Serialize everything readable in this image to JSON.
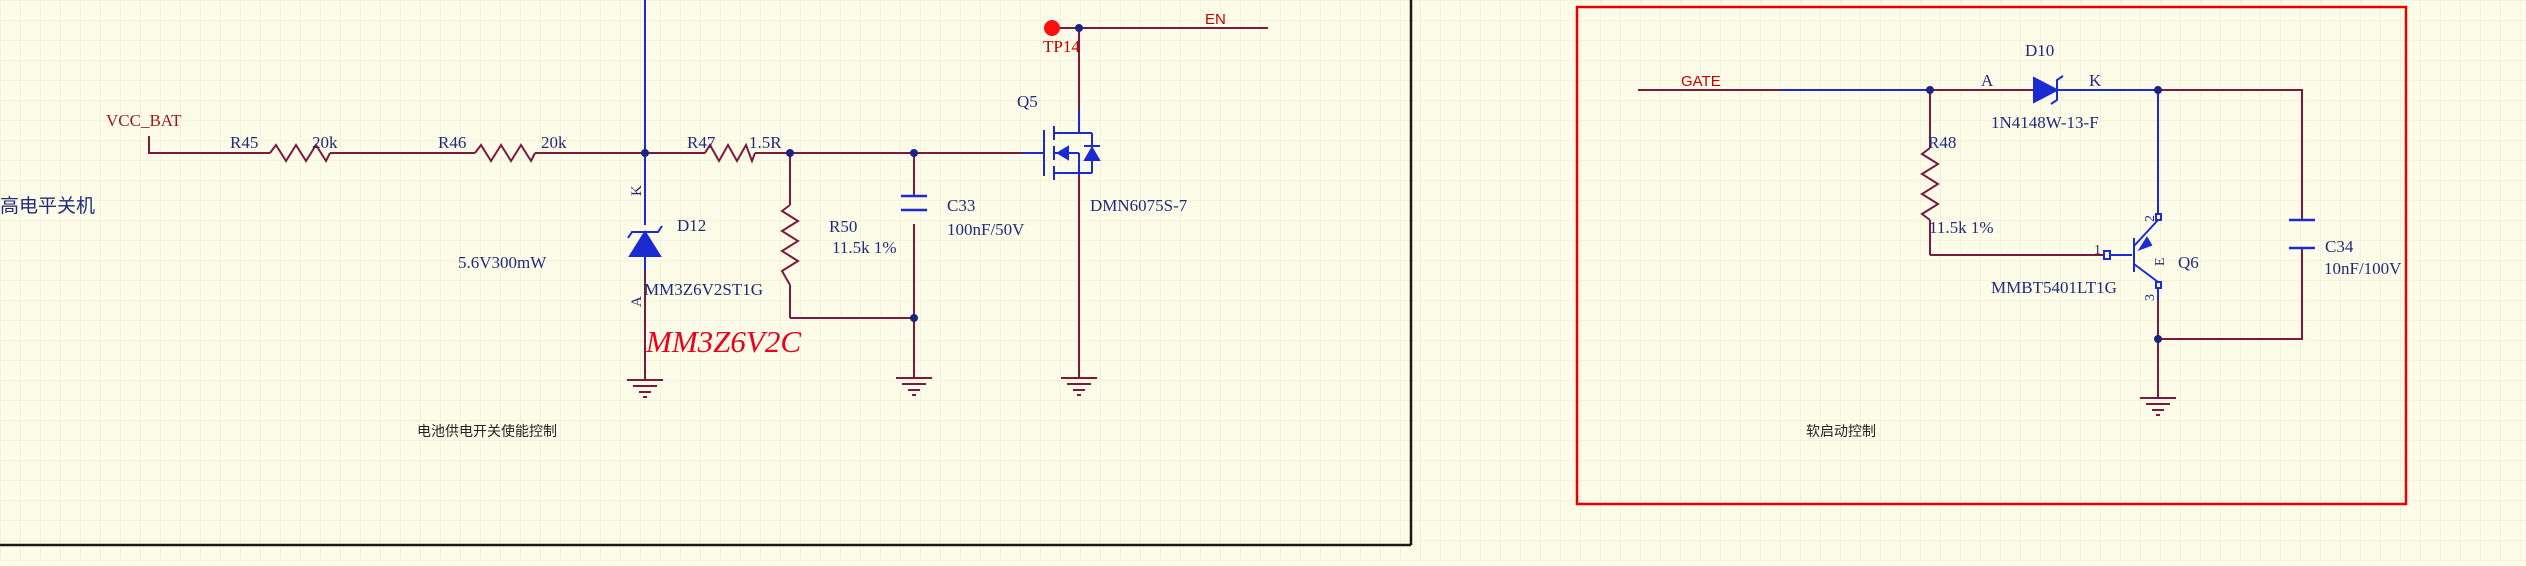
{
  "colors": {
    "background": "#fdfce9",
    "grid": "#e9e6c9",
    "wire_blue": "#1c2bd1",
    "wire_maroon": "#7b1a3f",
    "label_blue": "#1e2a7a",
    "net_red": "#c00000",
    "note_red": "#e8001c",
    "frame_red": "#e60000",
    "border_dark": "#1a1a1a"
  },
  "left_block": {
    "title": "电池供电开关使能控制",
    "side_label": "高电平关机",
    "net_vcc": "VCC_BAT",
    "net_en": "EN",
    "testpoint": "TP14",
    "r45": {
      "ref": "R45",
      "value": "20k"
    },
    "r46": {
      "ref": "R46",
      "value": "20k"
    },
    "r47": {
      "ref": "R47",
      "value": "1.5R"
    },
    "r50": {
      "ref": "R50",
      "value": "11.5k 1%"
    },
    "c33": {
      "ref": "C33",
      "value": "100nF/50V"
    },
    "q5": {
      "ref": "Q5",
      "part": "DMN6075S-7"
    },
    "d12": {
      "ref": "D12",
      "part": "MM3Z6V2ST1G",
      "note": "5.6V300mW",
      "pin_k": "K",
      "pin_a": "A"
    },
    "red_note": "MM3Z6V2C"
  },
  "right_block": {
    "title": "软启动控制",
    "net_gate": "GATE",
    "d10": {
      "ref": "D10",
      "part": "1N4148W-13-F",
      "pin_a": "A",
      "pin_k": "K"
    },
    "r48": {
      "ref": "R48",
      "value": "11.5k 1%"
    },
    "q6": {
      "ref": "Q6",
      "part": "MMBT5401LT1G",
      "pin1": "1",
      "pin2": "2",
      "pin3": "3",
      "pin_e": "E"
    },
    "c34": {
      "ref": "C34",
      "value": "10nF/100V"
    }
  }
}
